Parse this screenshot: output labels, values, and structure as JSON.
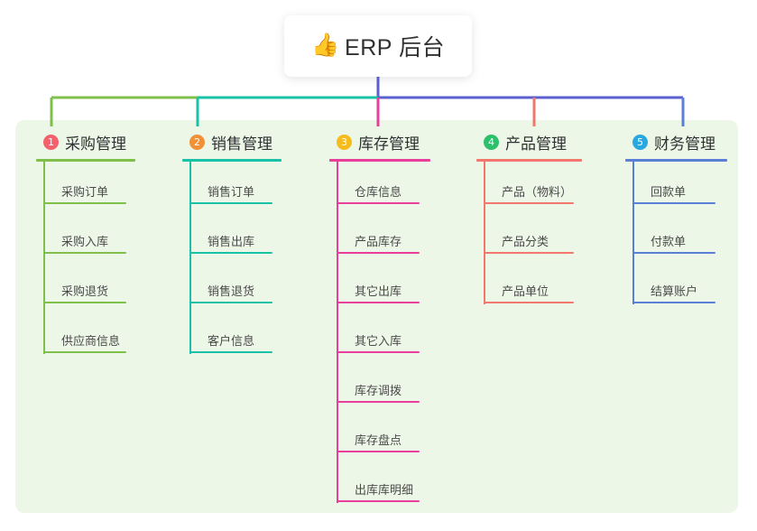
{
  "diagram": {
    "type": "mind-map",
    "background_color": "#ffffff",
    "panel_color": "#edf7e7",
    "root": {
      "icon": "thumbs-up-icon",
      "emoji": "👍",
      "title": "ERP 后台",
      "stem_color": "#5b5fd0"
    },
    "branches": [
      {
        "number": "1",
        "badge_color": "#f4606c",
        "line_color": "#7ec04a",
        "label": "采购管理",
        "items": [
          "采购订单",
          "采购入库",
          "采购退货",
          "供应商信息"
        ]
      },
      {
        "number": "2",
        "badge_color": "#f09137",
        "line_color": "#19c2a6",
        "label": "销售管理",
        "items": [
          "销售订单",
          "销售出库",
          "销售退货",
          "客户信息"
        ]
      },
      {
        "number": "3",
        "badge_color": "#f5bc1c",
        "line_color": "#e8409a",
        "label": "库存管理",
        "items": [
          "仓库信息",
          "产品库存",
          "其它出库",
          "其它入库",
          "库存调拨",
          "库存盘点",
          "出库库明细"
        ]
      },
      {
        "number": "4",
        "badge_color": "#2dc06a",
        "line_color": "#f2ararr",
        "label": "产品管理",
        "items": [
          "产品（物料）",
          "产品分类",
          "产品单位"
        ]
      },
      {
        "number": "5",
        "badge_color": "#29a8e0",
        "line_color": "#5b7fd4",
        "label": "财务管理",
        "items": [
          "回款单",
          "付款单",
          "结算账户"
        ]
      }
    ]
  }
}
